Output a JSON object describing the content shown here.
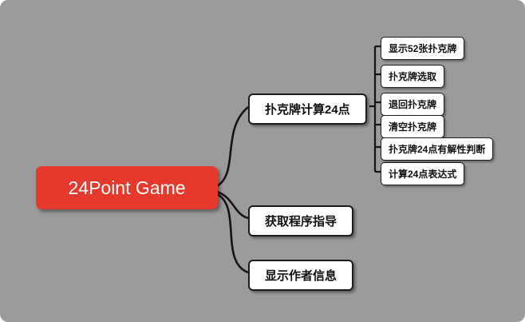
{
  "colors": {
    "background": "#9b9b9b",
    "root_fill": "#e5392e",
    "root_text": "#ffffff",
    "node_fill": "#ffffff",
    "node_border": "#1c1c1c",
    "line": "#141414"
  },
  "root": {
    "label": "24Point Game"
  },
  "branches": [
    {
      "label": "扑克牌计算24点",
      "children": [
        {
          "label": "显示52张扑克牌"
        },
        {
          "label": "扑克牌选取"
        },
        {
          "label": "退回扑克牌"
        },
        {
          "label": "清空扑克牌"
        },
        {
          "label": "扑克牌24点有解性判断"
        },
        {
          "label": "计算24点表达式"
        }
      ]
    },
    {
      "label": "获取程序指导",
      "children": []
    },
    {
      "label": "显示作者信息",
      "children": []
    }
  ]
}
